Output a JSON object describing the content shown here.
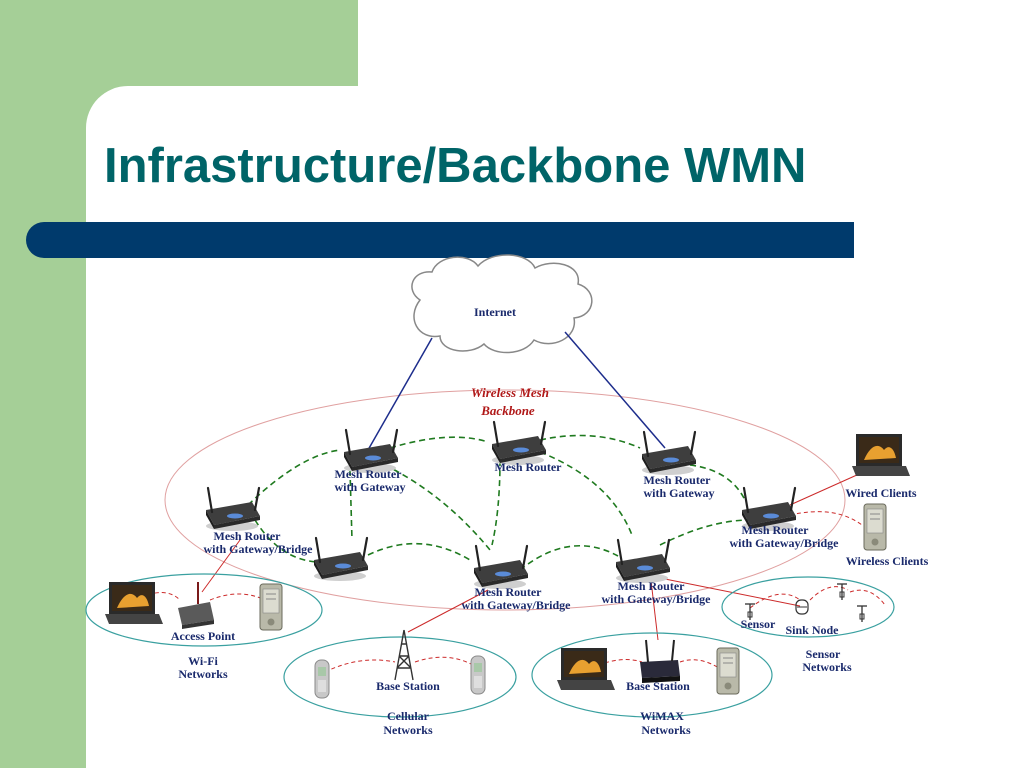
{
  "title": "Infrastructure/Backbone WMN",
  "colors": {
    "title": "#006468",
    "accent_bar": "#003a6c",
    "side_green": "#a5cf97",
    "mesh_link": "#1f7a1f",
    "internet_link": "#1d2d8c",
    "backbone_ellipse": "#e0a0a0",
    "client_link": "#cc2a2a",
    "label": "#1a2a6c",
    "backbone_label": "#b01818"
  },
  "diagram": {
    "cloud_label": "Internet",
    "backbone_label": [
      "Wireless Mesh",
      "Backbone"
    ],
    "routers": [
      [
        "Mesh Router",
        "with Gateway"
      ],
      [
        "Mesh Router"
      ],
      [
        "Mesh Router",
        "with Gateway"
      ],
      [
        "Mesh Router",
        "with Gateway/Bridge"
      ],
      [
        "Mesh Router",
        "with Gateway/Bridge"
      ],
      [
        "Mesh Router",
        "with Gateway/Bridge"
      ],
      [
        "Mesh Router",
        "with Gateway/Bridge"
      ]
    ],
    "clients": {
      "wired": "Wired Clients",
      "wireless": "Wireless Clients"
    },
    "networks": {
      "wifi": {
        "device": "Access Point",
        "name": [
          "Wi-Fi",
          "Networks"
        ]
      },
      "cellular": {
        "device": "Base Station",
        "name": [
          "Cellular",
          "Networks"
        ]
      },
      "wimax": {
        "device": "Base Station",
        "name": [
          "WiMAX",
          "Networks"
        ]
      },
      "sensor": {
        "sensor": "Sensor",
        "sink": "Sink Node",
        "name": [
          "Sensor",
          "Networks"
        ]
      }
    }
  }
}
